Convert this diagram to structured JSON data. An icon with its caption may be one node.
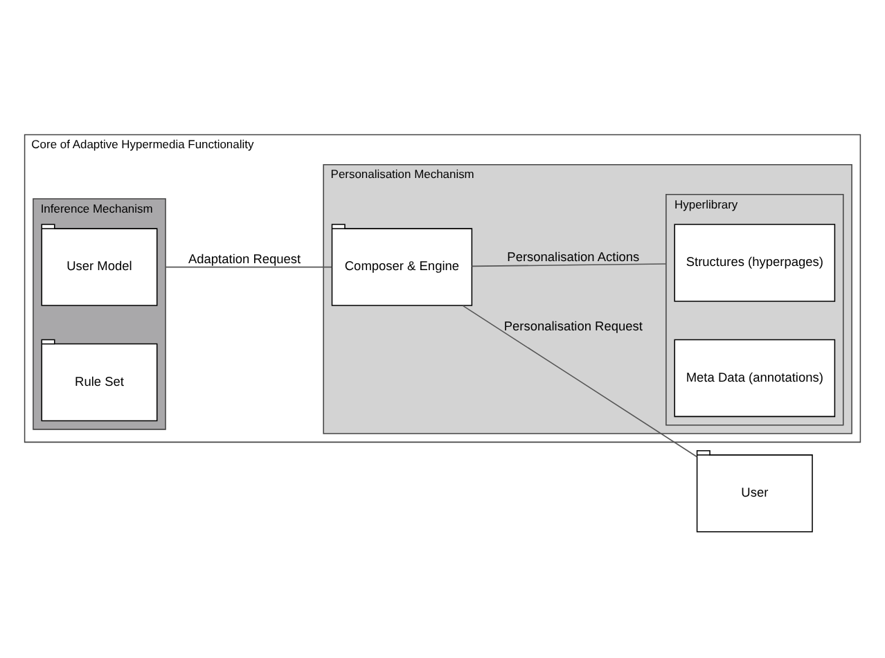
{
  "diagram": {
    "nodes": [
      {
        "text": [
          "Core of Adaptive Hypermedia Functionality"
        ]
      },
      {
        "text": [
          "Inference Mechanism"
        ],
        "in": 0
      },
      {
        "text": [
          "User Model"
        ],
        "in": 1
      },
      {
        "text": [
          "Rule Set"
        ],
        "in": 1
      },
      {
        "text": [
          "Personalisation Mechanism"
        ],
        "in": 0
      },
      {
        "text": [
          "Composer & Engine"
        ],
        "in": 4
      },
      {
        "text": [
          "Hyperlibrary"
        ],
        "in": 4
      },
      {
        "text": [
          "Structures (hyperpages)"
        ],
        "in": 6
      },
      {
        "text": [
          "Meta Data (annotations)"
        ],
        "in": 6
      },
      {
        "text": [
          "User"
        ]
      }
    ],
    "edges": [
      {
        "from": 1,
        "to": 5,
        "arrow": "none",
        "label": "Adaptation Request"
      },
      {
        "from": 5,
        "to": 6,
        "arrow": "none",
        "label": "Personalisation Actions"
      },
      {
        "from": 5,
        "to": 9,
        "arrow": "none",
        "label": "Personalisation Request"
      }
    ]
  }
}
